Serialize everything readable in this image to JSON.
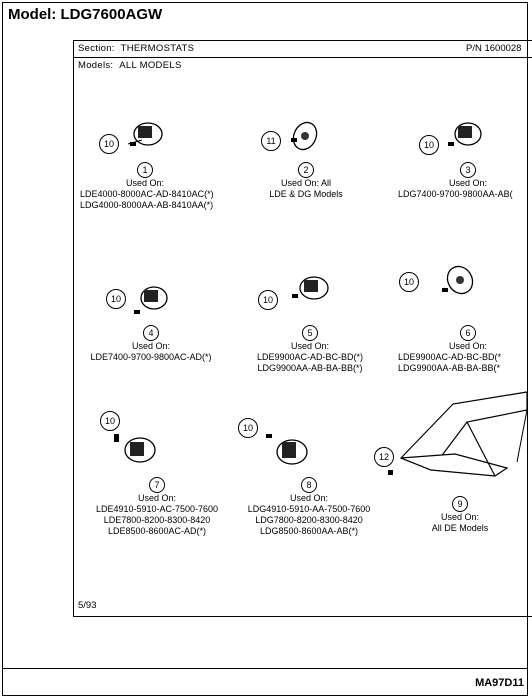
{
  "header": {
    "model_label": "Model:",
    "model_value": "LDG7600AGW"
  },
  "sheet": {
    "section_label": "Section:",
    "section_value": "THERMOSTATS",
    "pn_label": "P/N",
    "pn_value": "1600028",
    "models_label": "Models:",
    "models_value": "ALL MODELS",
    "date": "5/93"
  },
  "doc_code": "MA97D11",
  "parts": [
    {
      "num": "1",
      "callout": "10",
      "used_on": "Used On:",
      "lines": [
        "LDE4000-8000AC-AD-8410AC(*)",
        "LDG4000-8000AA-AB-8410AA(*)"
      ]
    },
    {
      "num": "2",
      "callout": "11",
      "used_on": "Used On: All",
      "lines": [
        "LDE & DG Models"
      ]
    },
    {
      "num": "3",
      "callout": "10",
      "used_on": "Used On:",
      "lines": [
        "LDG7400-9700-9800AA-AB("
      ]
    },
    {
      "num": "4",
      "callout": "10",
      "used_on": "Used On:",
      "lines": [
        "LDE7400-9700-9800AC-AD(*)"
      ]
    },
    {
      "num": "5",
      "callout": "10",
      "used_on": "Used On:",
      "lines": [
        "LDE9900AC-AD-BC-BD(*)",
        "LDG9900AA-AB-BA-BB(*)"
      ]
    },
    {
      "num": "6",
      "callout": "10",
      "used_on": "Used On:",
      "lines": [
        "LDE9900AC-AD-BC-BD(*",
        "LDG9900AA-AB-BA-BB(*"
      ]
    },
    {
      "num": "7",
      "callout": "10",
      "used_on": "Used On:",
      "lines": [
        "LDE4910-5910-AC-7500-7600",
        "LDE7800-8200-8300-8420",
        "LDE8500-8600AC-AD(*)"
      ]
    },
    {
      "num": "8",
      "callout": "10",
      "used_on": "Used On:",
      "lines": [
        "LDG4910-5910-AA-7500-7600",
        "LDG7800-8200-8300-8420",
        "LDG8500-8600AA-AB(*)"
      ]
    },
    {
      "num": "9",
      "callout": "12",
      "used_on": "Used On:",
      "lines": [
        "All DE Models"
      ]
    }
  ]
}
